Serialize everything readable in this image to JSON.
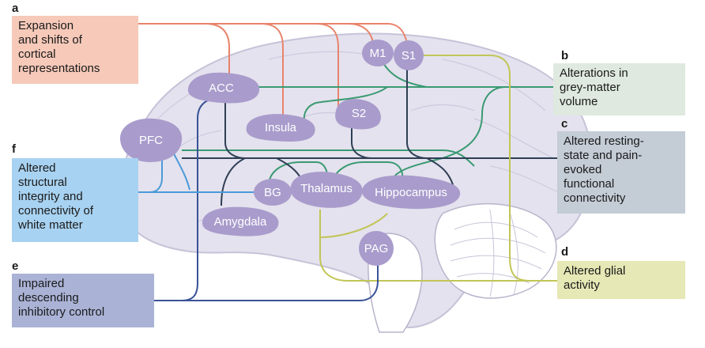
{
  "panels": {
    "a": {
      "letter": "a",
      "lines": [
        "Expansion",
        "and shifts of",
        "cortical",
        "representations"
      ],
      "color": "#f6c9b9",
      "line_color": "#e8836b"
    },
    "b": {
      "letter": "b",
      "lines": [
        "Alterations in",
        "grey-matter",
        "volume"
      ],
      "color": "#dfe9df",
      "line_color": "#3a9a72"
    },
    "c": {
      "letter": "c",
      "lines": [
        "Altered resting-",
        "state and pain-",
        "evoked",
        "functional",
        "connectivity"
      ],
      "color": "#c4ccd6",
      "line_color": "#2e3e55"
    },
    "d": {
      "letter": "d",
      "lines": [
        "Altered glial",
        "activity"
      ],
      "color": "#e6e8b5",
      "line_color": "#c2c556"
    },
    "e": {
      "letter": "e",
      "lines": [
        "Impaired",
        "descending",
        "inhibitory control"
      ],
      "color": "#aab3d6",
      "line_color": "#3a5298"
    },
    "f": {
      "letter": "f",
      "lines": [
        "Altered",
        "structural",
        "integrity and",
        "connectivity of",
        "white matter"
      ],
      "color": "#a8d2f1",
      "line_color": "#4a9ad8"
    }
  },
  "regions": {
    "m1": "M1",
    "s1": "S1",
    "acc": "ACC",
    "s2": "S2",
    "insula": "Insula",
    "pfc": "PFC",
    "bg": "BG",
    "thalamus": "Thalamus",
    "hippocampus": "Hippocampus",
    "amygdala": "Amygdala",
    "pag": "PAG"
  },
  "colors": {
    "region_fill": "#a99ccc",
    "brain_fill": "#e4e2ee",
    "brain_outline": "#c6c3d8"
  }
}
